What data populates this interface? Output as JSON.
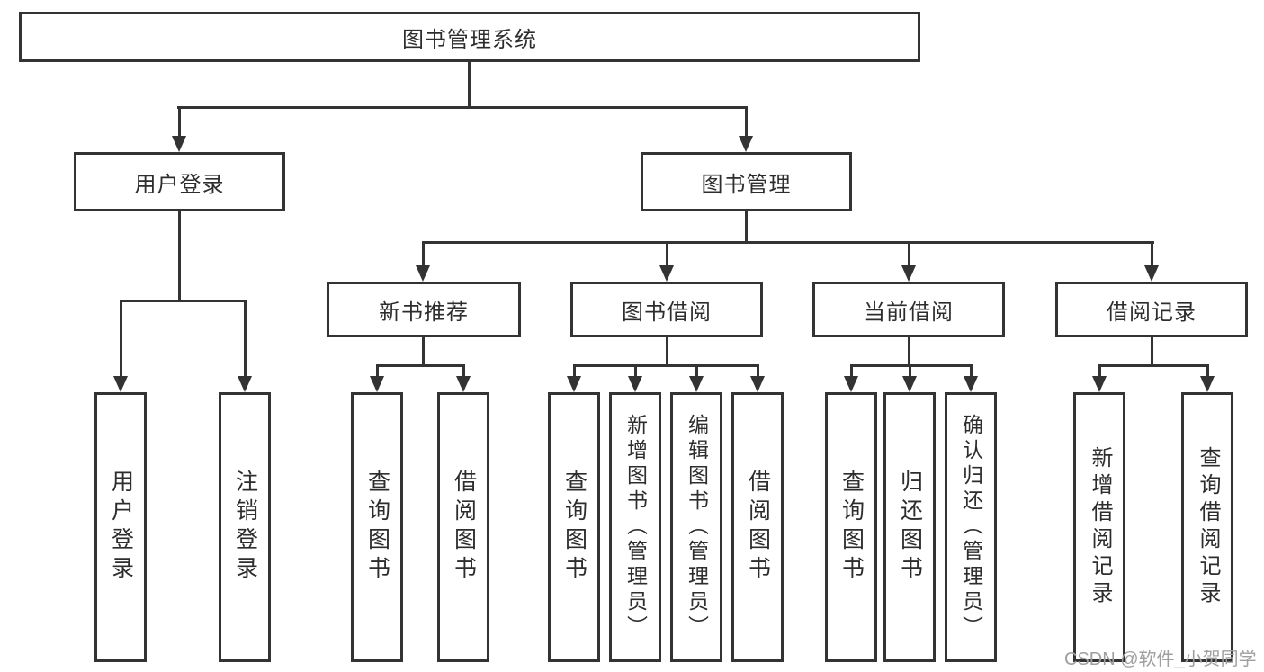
{
  "diagram": {
    "root": "图书管理系统",
    "level2": [
      "用户登录",
      "图书管理"
    ],
    "level3": [
      "新书推荐",
      "图书借阅",
      "当前借阅",
      "借阅记录"
    ],
    "leaves": [
      "用户登录",
      "注销登录",
      "查询图书",
      "借阅图书",
      "查询图书",
      "新增图书（管理员）",
      "编辑图书（管理员）",
      "借阅图书",
      "查询图书",
      "归还图书",
      "确认归还（管理员）",
      "新增借阅记录",
      "查询借阅记录"
    ]
  },
  "watermark": "CSDN @软件_小贺同学",
  "colors": {
    "line": "#333333",
    "text": "#2d2d2d",
    "watermark": "#9f9f9f",
    "background": "#ffffff"
  }
}
